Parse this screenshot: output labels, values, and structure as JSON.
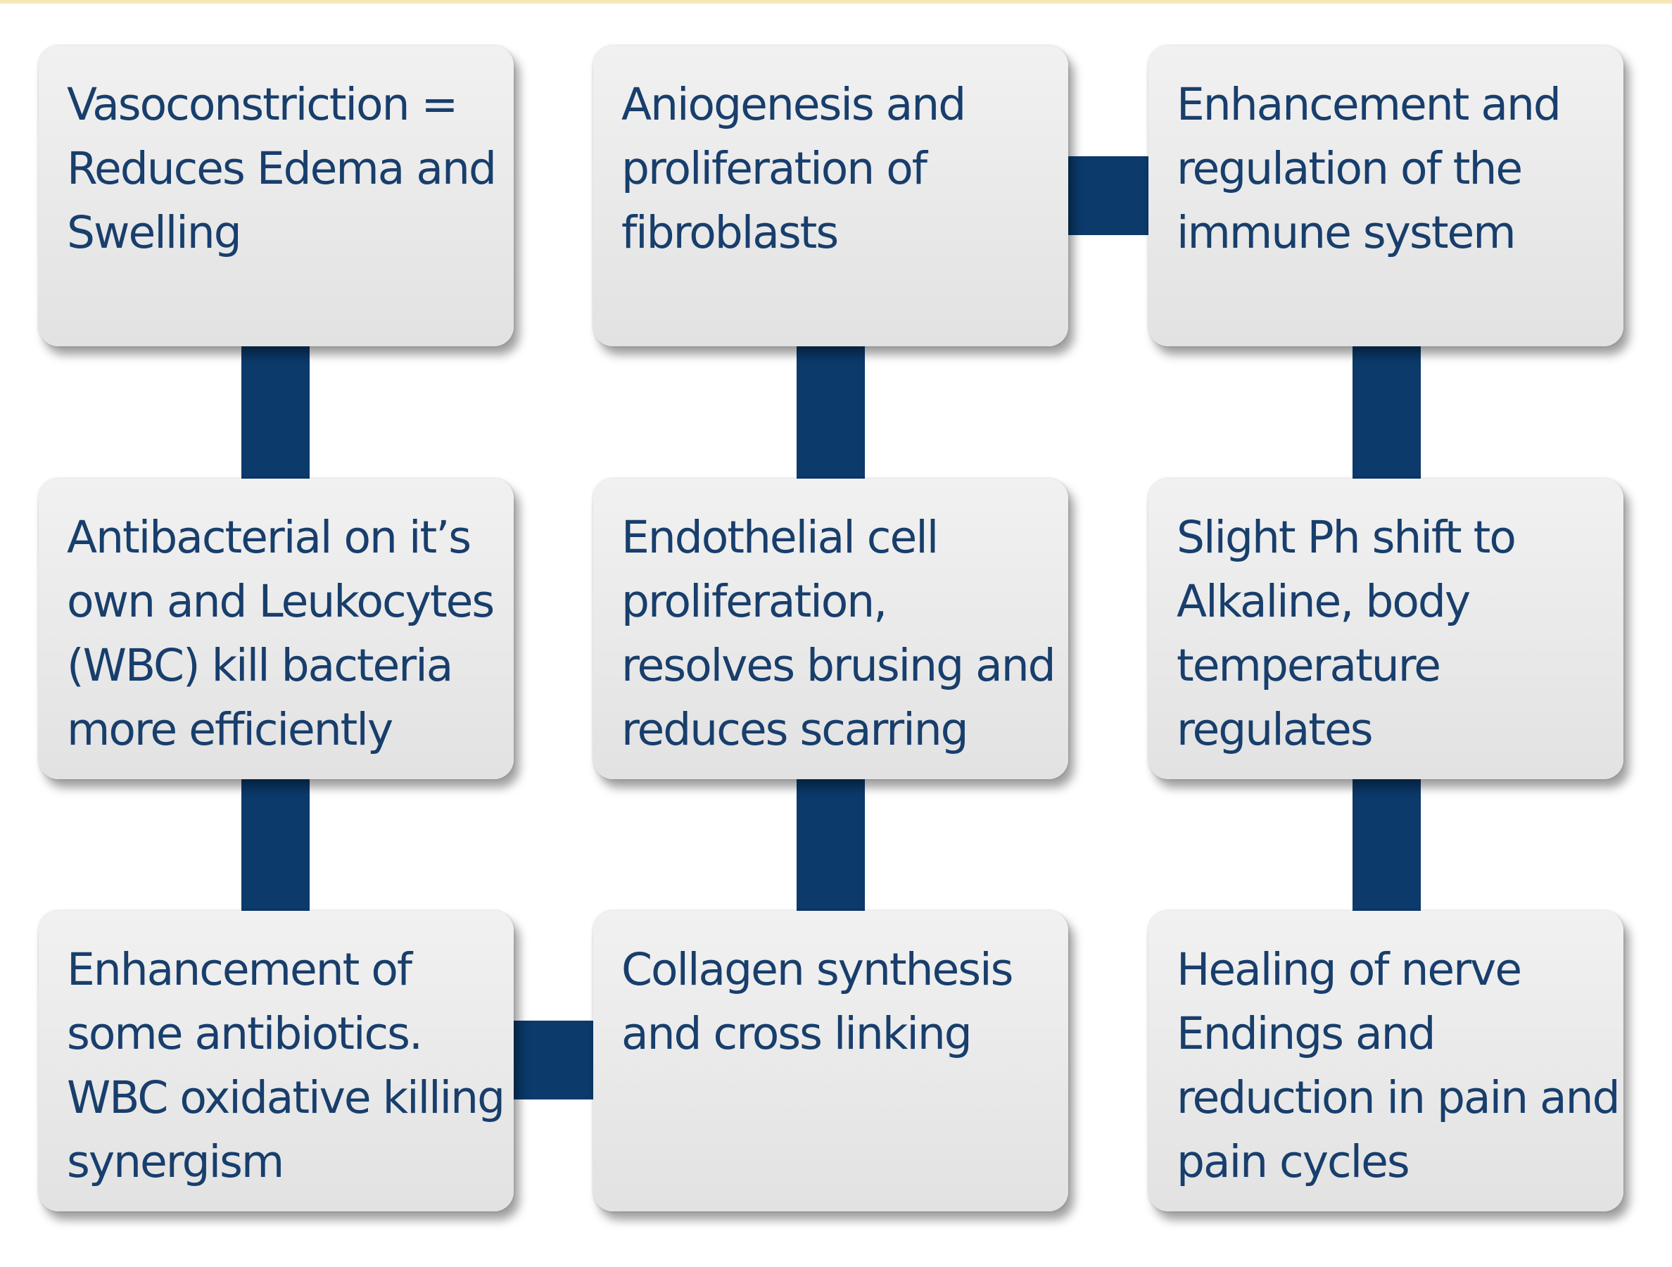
{
  "boxes": [
    {
      "lines": [
        "Vasoconstriction =",
        "Reduces Edema and",
        "Swelling"
      ]
    },
    {
      "lines": [
        "Aniogenesis and",
        "proliferation of",
        "fibroblasts"
      ]
    },
    {
      "lines": [
        "Enhancement and",
        "regulation of the",
        "immune system"
      ]
    },
    {
      "lines": [
        "Antibacterial on it’s",
        "own and Leukocytes",
        "(WBC) kill bacteria",
        "more efficiently"
      ]
    },
    {
      "lines": [
        "Endothelial cell",
        "proliferation,",
        "resolves brusing and",
        "reduces scarring"
      ]
    },
    {
      "lines": [
        "Slight Ph shift to",
        "Alkaline, body",
        "temperature",
        "regulates"
      ]
    },
    {
      "lines": [
        "Enhancement of",
        "some antibiotics.",
        "WBC oxidative killing",
        "synergism"
      ]
    },
    {
      "lines": [
        "Collagen synthesis",
        "and cross linking"
      ]
    },
    {
      "lines": [
        "Healing of nerve",
        "Endings and",
        "reduction in pain and",
        "pain cycles"
      ]
    }
  ],
  "colors": {
    "connector": "#0b3a6b",
    "text": "#183e6c",
    "box_fill": "#ececec"
  }
}
